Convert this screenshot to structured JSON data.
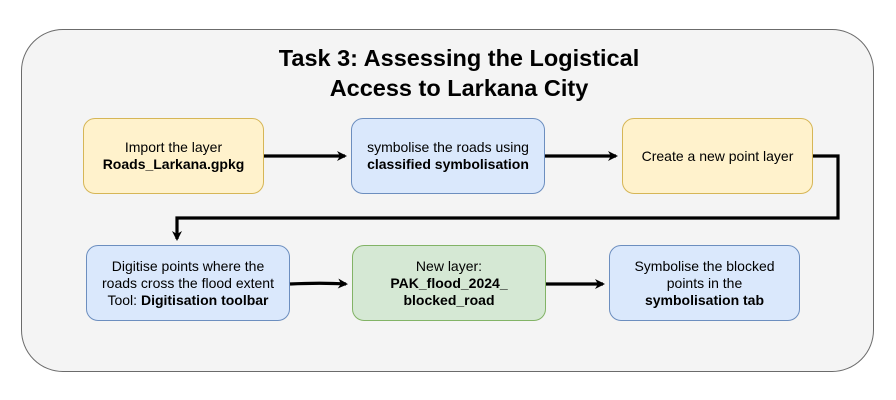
{
  "title": {
    "line1": "Task 3: Assessing the Logistical",
    "line2": "Access to Larkana City"
  },
  "nodes": {
    "import": {
      "line1": "Import the layer",
      "line2": "Roads_Larkana.gpkg"
    },
    "symbolise_roads": {
      "line1": "symbolise the roads using",
      "line2": "classified symbolisation"
    },
    "new_point_layer": {
      "line1": "Create a new point layer"
    },
    "digitise": {
      "line1": "Digitise points where the",
      "line2": "roads cross the flood extent",
      "line3_prefix": "Tool: ",
      "line3_bold": "Digitisation toolbar"
    },
    "new_layer": {
      "line1": "New layer:",
      "line2": "PAK_flood_2024_",
      "line3": "blocked_road"
    },
    "symbolise_blocked": {
      "line1": "Symbolise the blocked",
      "line2": "points in the",
      "line3": "symbolisation tab"
    }
  },
  "colors": {
    "yellow_fill": "#fff2cc",
    "blue_fill": "#dae8fc",
    "green_fill": "#d5e8d4",
    "arrow": "#000000"
  }
}
